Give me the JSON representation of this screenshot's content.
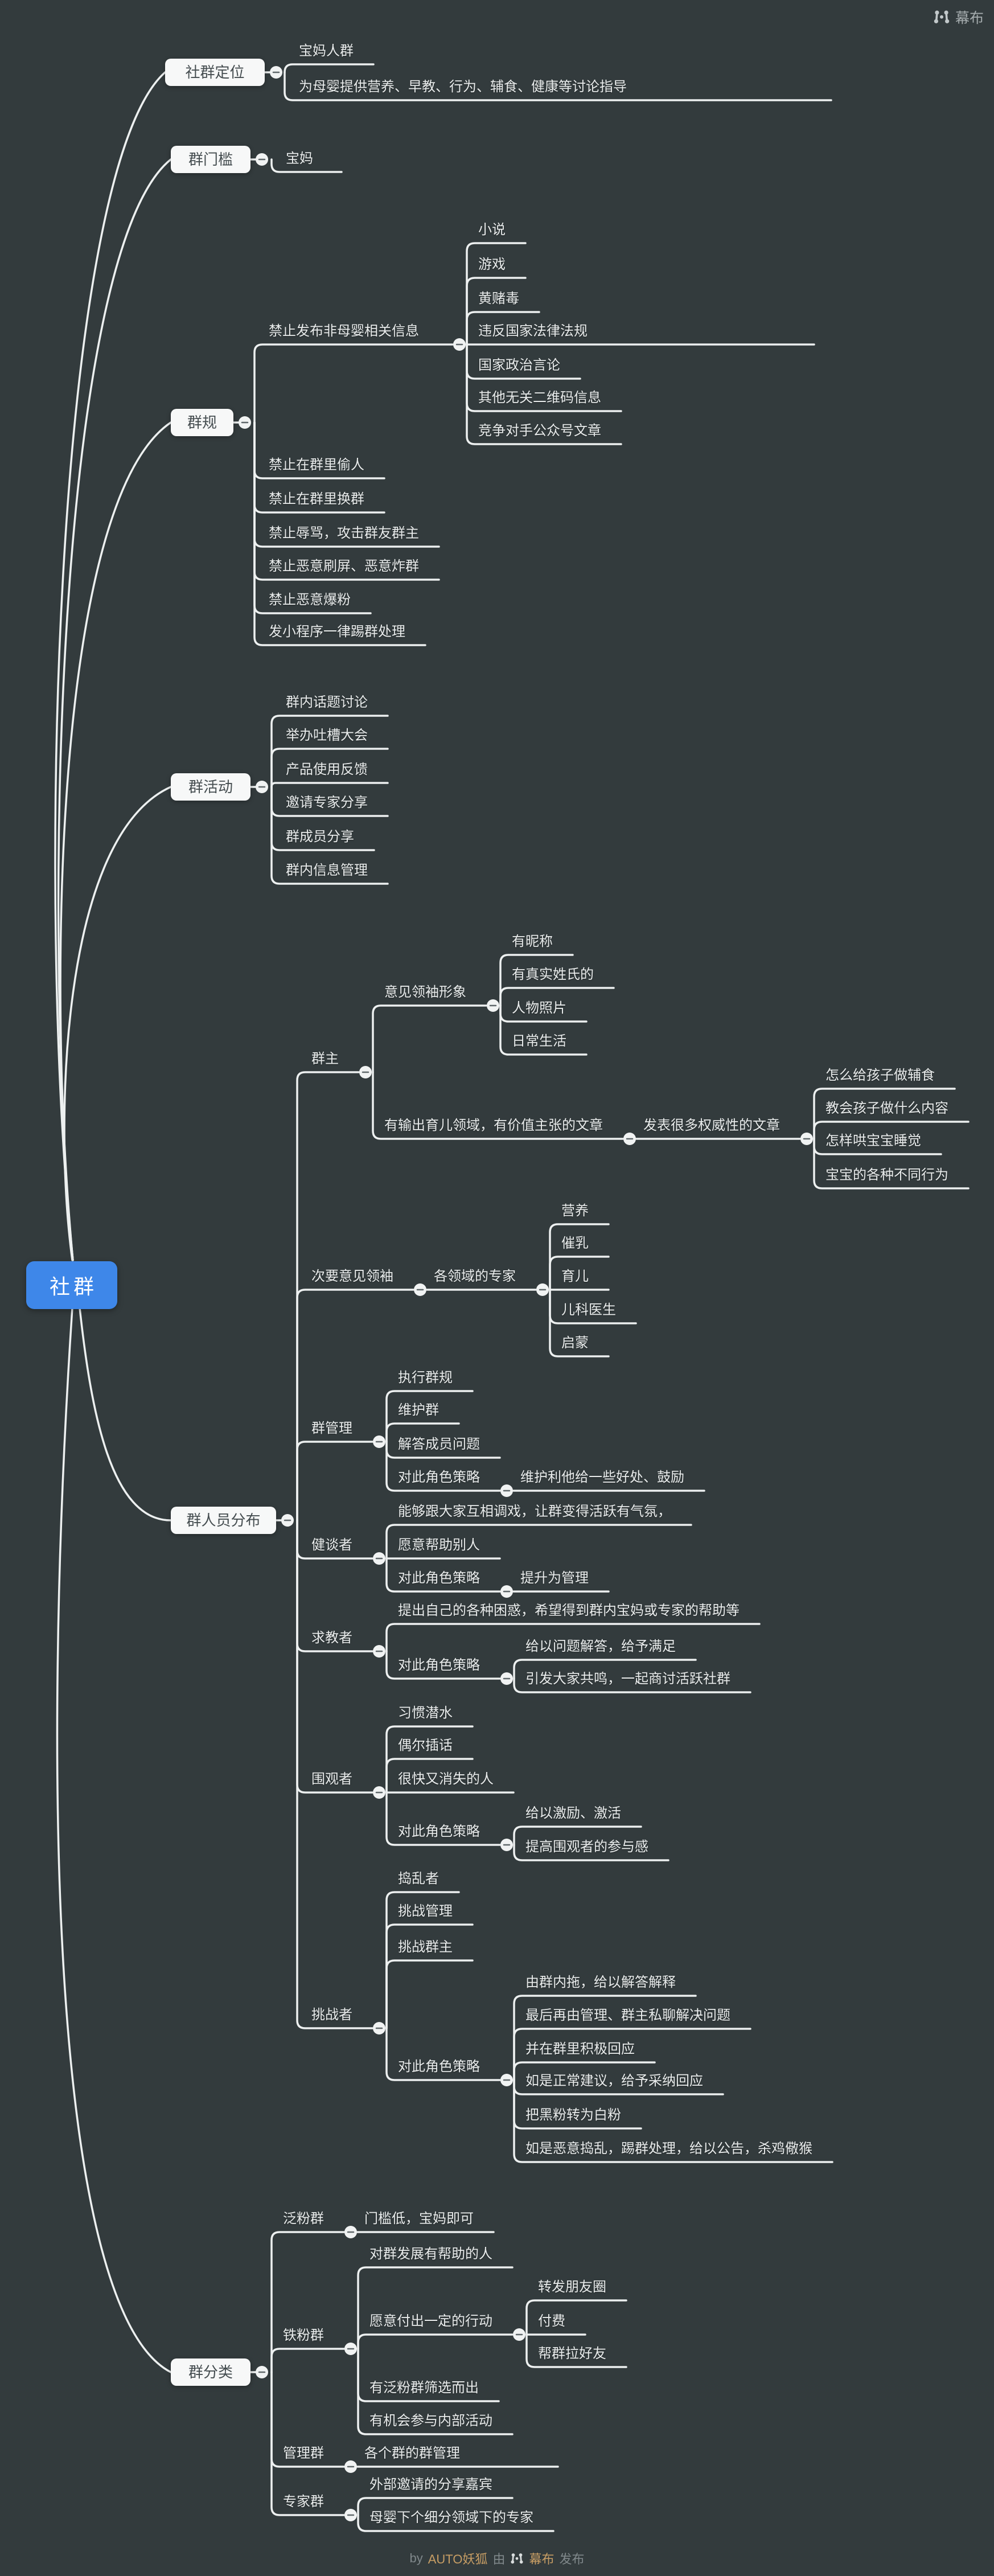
{
  "root": {
    "label": "社群"
  },
  "branches": [
    {
      "label": "社群定位",
      "children": [
        {
          "label": "宝妈人群"
        },
        {
          "label": "为母婴提供营养、早教、行为、辅食、健康等讨论指导"
        }
      ]
    },
    {
      "label": "群门槛",
      "children": [
        {
          "label": "宝妈"
        }
      ]
    },
    {
      "label": "群规",
      "children": [
        {
          "label": "禁止发布非母婴相关信息",
          "children": [
            {
              "label": "小说"
            },
            {
              "label": "游戏"
            },
            {
              "label": "黄赌毒"
            },
            {
              "label": "违反国家法律法规"
            },
            {
              "label": "国家政治言论"
            },
            {
              "label": "其他无关二维码信息"
            },
            {
              "label": "竞争对手公众号文章"
            }
          ]
        },
        {
          "label": "禁止在群里偷人"
        },
        {
          "label": "禁止在群里换群"
        },
        {
          "label": "禁止辱骂，攻击群友群主"
        },
        {
          "label": "禁止恶意刷屏、恶意炸群"
        },
        {
          "label": "禁止恶意爆粉"
        },
        {
          "label": "发小程序一律踢群处理"
        }
      ]
    },
    {
      "label": "群活动",
      "children": [
        {
          "label": "群内话题讨论"
        },
        {
          "label": "举办吐槽大会"
        },
        {
          "label": "产品使用反馈"
        },
        {
          "label": "邀请专家分享"
        },
        {
          "label": "群成员分享"
        },
        {
          "label": "群内信息管理"
        }
      ]
    },
    {
      "label": "群人员分布",
      "children": [
        {
          "label": "群主",
          "children": [
            {
              "label": "意见领袖形象",
              "children": [
                {
                  "label": "有昵称"
                },
                {
                  "label": "有真实姓氏的"
                },
                {
                  "label": "人物照片"
                },
                {
                  "label": "日常生活"
                }
              ]
            },
            {
              "label": "有输出育儿领域，有价值主张的文章",
              "children": [
                {
                  "label": "发表很多权威性的文章",
                  "children": [
                    {
                      "label": "怎么给孩子做辅食"
                    },
                    {
                      "label": "教会孩子做什么内容"
                    },
                    {
                      "label": "怎样哄宝宝睡觉"
                    },
                    {
                      "label": "宝宝的各种不同行为"
                    }
                  ]
                }
              ]
            }
          ]
        },
        {
          "label": "次要意见领袖",
          "children": [
            {
              "label": "各领域的专家",
              "children": [
                {
                  "label": "营养"
                },
                {
                  "label": "催乳"
                },
                {
                  "label": "育儿"
                },
                {
                  "label": "儿科医生"
                },
                {
                  "label": "启蒙"
                }
              ]
            }
          ]
        },
        {
          "label": "群管理",
          "children": [
            {
              "label": "执行群规"
            },
            {
              "label": "维护群"
            },
            {
              "label": "解答成员问题"
            },
            {
              "label": "对此角色策略",
              "children": [
                {
                  "label": "维护利他给一些好处、鼓励"
                }
              ]
            }
          ]
        },
        {
          "label": "健谈者",
          "children": [
            {
              "label": "能够跟大家互相调戏，让群变得活跃有气氛，"
            },
            {
              "label": "愿意帮助别人"
            },
            {
              "label": "对此角色策略",
              "children": [
                {
                  "label": "提升为管理"
                }
              ]
            }
          ]
        },
        {
          "label": "求教者",
          "children": [
            {
              "label": "提出自己的各种困惑，希望得到群内宝妈或专家的帮助等"
            },
            {
              "label": "对此角色策略",
              "children": [
                {
                  "label": "给以问题解答，给予满足"
                },
                {
                  "label": "引发大家共鸣，一起商讨活跃社群"
                }
              ]
            }
          ]
        },
        {
          "label": "围观者",
          "children": [
            {
              "label": "习惯潜水"
            },
            {
              "label": "偶尔插话"
            },
            {
              "label": "很快又消失的人"
            },
            {
              "label": "对此角色策略",
              "children": [
                {
                  "label": "给以激励、激活"
                },
                {
                  "label": "提高围观者的参与感"
                }
              ]
            }
          ]
        },
        {
          "label": "挑战者",
          "children": [
            {
              "label": "捣乱者"
            },
            {
              "label": "挑战管理"
            },
            {
              "label": "挑战群主"
            },
            {
              "label": "对此角色策略",
              "children": [
                {
                  "label": "由群内拖，给以解答解释"
                },
                {
                  "label": "最后再由管理、群主私聊解决问题"
                },
                {
                  "label": "并在群里积极回应"
                },
                {
                  "label": "如是正常建议，给予采纳回应"
                },
                {
                  "label": "把黑粉转为白粉"
                },
                {
                  "label": "如是恶意捣乱，踢群处理，给以公告，杀鸡儆猴"
                }
              ]
            }
          ]
        }
      ]
    },
    {
      "label": "群分类",
      "children": [
        {
          "label": "泛粉群",
          "children": [
            {
              "label": "门槛低，宝妈即可"
            }
          ]
        },
        {
          "label": "铁粉群",
          "children": [
            {
              "label": "对群发展有帮助的人"
            },
            {
              "label": "愿意付出一定的行动",
              "children": [
                {
                  "label": "转发朋友圈"
                },
                {
                  "label": "付费"
                },
                {
                  "label": "帮群拉好友"
                }
              ]
            },
            {
              "label": "有泛粉群筛选而出"
            },
            {
              "label": "有机会参与内部活动"
            }
          ]
        },
        {
          "label": "管理群",
          "children": [
            {
              "label": "各个群的群管理"
            }
          ]
        },
        {
          "label": "专家群",
          "children": [
            {
              "label": "外部邀请的分享嘉宾"
            },
            {
              "label": "母婴下个细分领域下的专家"
            }
          ]
        }
      ]
    }
  ],
  "watermark": {
    "brand": "幕布"
  },
  "footer": {
    "by": "by",
    "author": "AUTO妖狐",
    "via": "由",
    "brand": "幕布",
    "publish": "发布"
  }
}
